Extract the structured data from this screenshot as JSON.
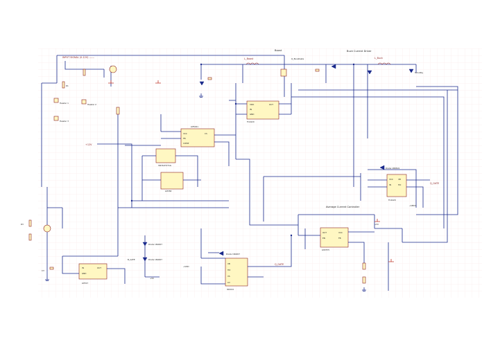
{
  "sheet": {
    "background": "#ffffff",
    "grid_color": "#f3d3d3",
    "wire_color": "#1a2a8c",
    "component_fill": "#fff7c2",
    "component_outline": "#8a1e1e"
  },
  "input_signal_label": "INPUT SIGNAL (0-12V) ------",
  "section_labels": {
    "boost": "Boost",
    "buck_driver": "Buck Current Driver",
    "avg_current": "Average Current Controller"
  },
  "net_labels": {
    "l_boost": "L_Boost",
    "l_buck": "L_Buck",
    "q_boost_gate": "Q_BoostGate",
    "q_gate": "Q_GATE",
    "q_gate_b": "Q_GATE",
    "b_gate": "B_GATE",
    "vdd": "+VDD",
    "v12": "+12V",
    "v5": "+5V",
    "v5b": "+5V",
    "vbus": "+VBUS"
  },
  "ic_labels": {
    "u_top": "LM5021",
    "u_mid_mux": "SN74AHCT1G",
    "u_opamp": "LM358",
    "u_left_reg": "LM317",
    "u_bottom_mid": "IR2104",
    "u_right_driver": "TC4420",
    "u_avg": "LM2575"
  },
  "pin_names": {
    "vdd": "VDD",
    "gnd": "GND",
    "out": "OUT",
    "in": "IN",
    "vcc": "VCC",
    "cs": "CS",
    "fb": "FB",
    "en": "EN",
    "ho": "HO",
    "lo": "LO",
    "vb": "VB",
    "vs": "VS",
    "comp": "COMP"
  },
  "diode_labels": {
    "d1": "Diode 1N4007",
    "d2": "Diode 1N4007",
    "d3": "Diode 1N5819",
    "d4": "Diode 1N4007",
    "d5": "Schottky"
  },
  "passive_labels": {
    "r1": "R1",
    "r2": "R2",
    "r3": "R3",
    "c1": "C1",
    "c2": "C2",
    "c3": "C3",
    "l1": "L1",
    "header1": "Header 1",
    "header2": "Header 2",
    "header3": "Header 3"
  }
}
